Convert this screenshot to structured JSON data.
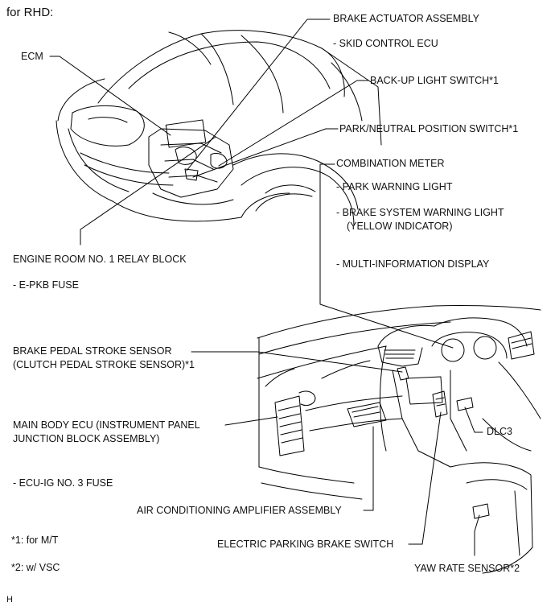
{
  "diagram": {
    "heading": "for RHD:",
    "labels": {
      "brake_actuator": "BRAKE ACTUATOR ASSEMBLY",
      "skid_control_ecu": "- SKID CONTROL ECU",
      "ecm": "ECM",
      "backup_light_switch": "BACK-UP LIGHT SWITCH*1",
      "park_neutral_switch": "PARK/NEUTRAL POSITION SWITCH*1",
      "combination_meter": "COMBINATION METER",
      "park_warning_light": "- PARK WARNING LIGHT",
      "brake_warning_light_1": "- BRAKE SYSTEM WARNING LIGHT",
      "brake_warning_light_2": "(YELLOW INDICATOR)",
      "multi_info_display": "- MULTI-INFORMATION DISPLAY",
      "engine_relay_block": "ENGINE ROOM NO. 1 RELAY BLOCK",
      "epkb_fuse": "- E-PKB FUSE",
      "brake_pedal_sensor_1": "BRAKE PEDAL STROKE SENSOR",
      "brake_pedal_sensor_2": "(CLUTCH PEDAL STROKE SENSOR)*1",
      "main_body_ecu_1": "MAIN BODY ECU (INSTRUMENT PANEL",
      "main_body_ecu_2": "JUNCTION BLOCK ASSEMBLY)",
      "dlc3": "DLC3",
      "ecu_ig_fuse": "- ECU-IG NO. 3 FUSE",
      "ac_amplifier": "AIR CONDITIONING AMPLIFIER ASSEMBLY",
      "electric_parking_switch": "ELECTRIC PARKING BRAKE SWITCH",
      "yaw_rate_sensor": "YAW RATE SENSOR*2"
    },
    "notes": {
      "note_1": "*1: for M/T",
      "note_2": "*2: w/ VSC"
    },
    "footer_code": "H"
  }
}
